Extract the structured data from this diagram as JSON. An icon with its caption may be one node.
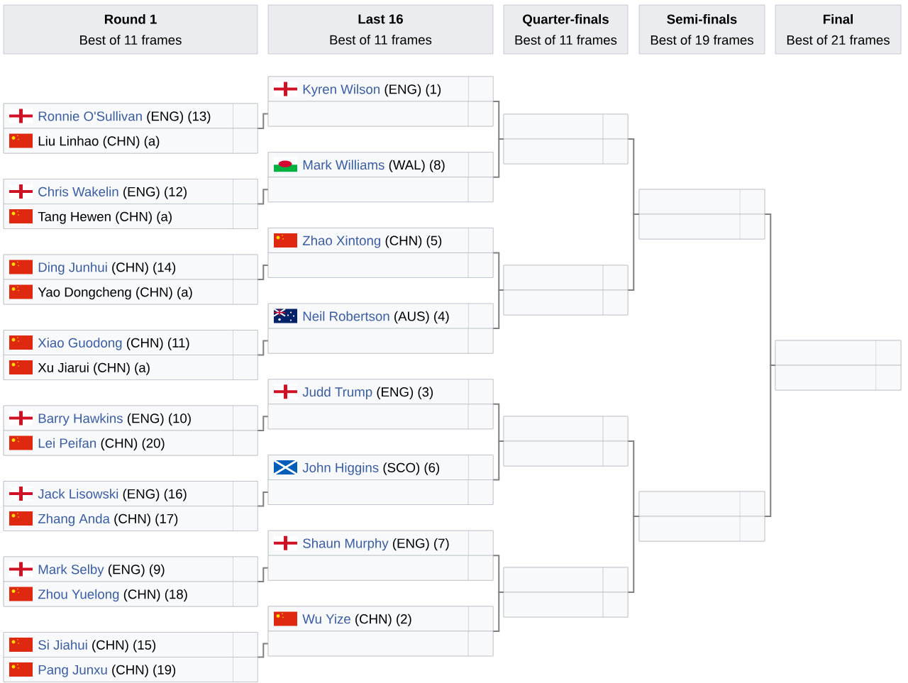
{
  "diagram": {
    "nodes": [
      {
        "text": [
          "Round 1",
          "Best of 11 frames"
        ]
      },
      {
        "text": [
          "Last 16",
          "Best of 11 frames"
        ]
      },
      {
        "text": [
          "Quarter-finals",
          "Best of 11 frames"
        ]
      },
      {
        "text": [
          "Semi-finals",
          "Best of 19 frames"
        ]
      },
      {
        "text": [
          "Final",
          "Best of 21 frames"
        ]
      },
      {
        "text": [],
        "shape": "box"
      },
      {
        "text": [
          "Ronnie O'Sullivan",
          "(ENG) (13)"
        ],
        "in": 5
      },
      {
        "text": [
          "Liu Linhao",
          "(CHN) (a)"
        ],
        "in": 5
      },
      {
        "text": [],
        "shape": "box"
      },
      {
        "text": [
          "Chris Wakelin",
          "(ENG) (12)"
        ],
        "in": 8
      },
      {
        "text": [
          "Tang Hewen",
          "(CHN) (a)"
        ],
        "in": 8
      },
      {
        "text": [],
        "shape": "box"
      },
      {
        "text": [
          "Ding Junhui",
          "(CHN) (14)"
        ],
        "in": 11
      },
      {
        "text": [
          "Yao Dongcheng",
          "(CHN) (a)"
        ],
        "in": 11
      },
      {
        "text": [],
        "shape": "box"
      },
      {
        "text": [
          "Xiao Guodong",
          "(CHN) (11)"
        ],
        "in": 14
      },
      {
        "text": [
          "Xu Jiarui",
          "(CHN) (a)"
        ],
        "in": 14
      },
      {
        "text": [],
        "shape": "box"
      },
      {
        "text": [
          "Barry Hawkins",
          "(ENG) (10)"
        ],
        "in": 17
      },
      {
        "text": [
          "Lei Peifan",
          "(CHN) (20)"
        ],
        "in": 17
      },
      {
        "text": [],
        "shape": "box"
      },
      {
        "text": [
          "Jack Lisowski",
          "(ENG) (16)"
        ],
        "in": 20
      },
      {
        "text": [
          "Zhang Anda",
          "(CHN) (17)"
        ],
        "in": 20
      },
      {
        "text": [],
        "shape": "box"
      },
      {
        "text": [
          "Mark Selby",
          "(ENG) (9)"
        ],
        "in": 23
      },
      {
        "text": [
          "Zhou Yuelong",
          "(CHN) (18)"
        ],
        "in": 23
      },
      {
        "text": [],
        "shape": "box"
      },
      {
        "text": [
          "Si Jiahui",
          "(CHN) (15)"
        ],
        "in": 26
      },
      {
        "text": [
          "Pang Junxu",
          "(CHN) (19)"
        ],
        "in": 26
      },
      {
        "text": [],
        "shape": "box"
      },
      {
        "text": [
          "Kyren Wilson",
          "(ENG) (1)"
        ],
        "in": 29
      },
      {
        "text": [],
        "shape": "box",
        "in": 29
      },
      {
        "text": [],
        "shape": "box"
      },
      {
        "text": [
          "Mark Williams",
          "(WAL) (8)"
        ],
        "in": 32
      },
      {
        "text": [],
        "shape": "box",
        "in": 32
      },
      {
        "text": [],
        "shape": "box"
      },
      {
        "text": [
          "Zhao Xintong",
          "(CHN) (5)"
        ],
        "in": 35
      },
      {
        "text": [],
        "shape": "box",
        "in": 35
      },
      {
        "text": [],
        "shape": "box"
      },
      {
        "text": [
          "Neil Robertson",
          "(AUS) (4)"
        ],
        "in": 38
      },
      {
        "text": [],
        "shape": "box",
        "in": 38
      },
      {
        "text": [],
        "shape": "box"
      },
      {
        "text": [
          "Judd Trump",
          "(ENG) (3)"
        ],
        "in": 41
      },
      {
        "text": [],
        "shape": "box",
        "in": 41
      },
      {
        "text": [],
        "shape": "box"
      },
      {
        "text": [
          "John Higgins",
          "(SCO) (6)"
        ],
        "in": 44
      },
      {
        "text": [],
        "shape": "box",
        "in": 44
      },
      {
        "text": [],
        "shape": "box"
      },
      {
        "text": [
          "Shaun Murphy",
          "(ENG) (7)"
        ],
        "in": 47
      },
      {
        "text": [],
        "shape": "box",
        "in": 47
      },
      {
        "text": [],
        "shape": "box"
      },
      {
        "text": [
          "Wu Yize",
          "(CHN) (2)"
        ],
        "in": 50
      },
      {
        "text": [],
        "shape": "box",
        "in": 50
      },
      {
        "text": [],
        "shape": "box"
      },
      {
        "text": [],
        "shape": "box",
        "in": 53
      },
      {
        "text": [],
        "shape": "box",
        "in": 53
      },
      {
        "text": [],
        "shape": "box"
      },
      {
        "text": [],
        "shape": "box",
        "in": 56
      },
      {
        "text": [],
        "shape": "box",
        "in": 56
      },
      {
        "text": [],
        "shape": "box"
      },
      {
        "text": [],
        "shape": "box",
        "in": 59
      },
      {
        "text": [],
        "shape": "box",
        "in": 59
      },
      {
        "text": [],
        "shape": "box"
      },
      {
        "text": [],
        "shape": "box",
        "in": 62
      },
      {
        "text": [],
        "shape": "box",
        "in": 62
      },
      {
        "text": [],
        "shape": "box"
      },
      {
        "text": [],
        "shape": "box",
        "in": 65
      },
      {
        "text": [],
        "shape": "box",
        "in": 65
      },
      {
        "text": [],
        "shape": "box"
      },
      {
        "text": [],
        "shape": "box",
        "in": 68
      },
      {
        "text": [],
        "shape": "box",
        "in": 68
      },
      {
        "text": [],
        "shape": "box"
      },
      {
        "text": [],
        "shape": "box",
        "in": 71
      },
      {
        "text": [],
        "shape": "box",
        "in": 71
      }
    ],
    "edges": [
      {
        "from": 5,
        "to": 31,
        "arrow": "none"
      },
      {
        "from": 8,
        "to": 34,
        "arrow": "none"
      },
      {
        "from": 11,
        "to": 37,
        "arrow": "none"
      },
      {
        "from": 14,
        "to": 40,
        "arrow": "none"
      },
      {
        "from": 17,
        "to": 43,
        "arrow": "none"
      },
      {
        "from": 20,
        "to": 46,
        "arrow": "none"
      },
      {
        "from": 23,
        "to": 49,
        "arrow": "none"
      },
      {
        "from": 26,
        "to": 52,
        "arrow": "none"
      },
      {
        "from": 29,
        "to": 53,
        "arrow": "none"
      },
      {
        "from": 32,
        "to": 53,
        "arrow": "none"
      },
      {
        "from": 35,
        "to": 56,
        "arrow": "none"
      },
      {
        "from": 38,
        "to": 56,
        "arrow": "none"
      },
      {
        "from": 41,
        "to": 59,
        "arrow": "none"
      },
      {
        "from": 44,
        "to": 59,
        "arrow": "none"
      },
      {
        "from": 47,
        "to": 62,
        "arrow": "none"
      },
      {
        "from": 50,
        "to": 62,
        "arrow": "none"
      },
      {
        "from": 53,
        "to": 65,
        "arrow": "none"
      },
      {
        "from": 56,
        "to": 65,
        "arrow": "none"
      },
      {
        "from": 59,
        "to": 68,
        "arrow": "none"
      },
      {
        "from": 62,
        "to": 68,
        "arrow": "none"
      },
      {
        "from": 65,
        "to": 71,
        "arrow": "none"
      },
      {
        "from": 68,
        "to": 71,
        "arrow": "none"
      }
    ]
  }
}
